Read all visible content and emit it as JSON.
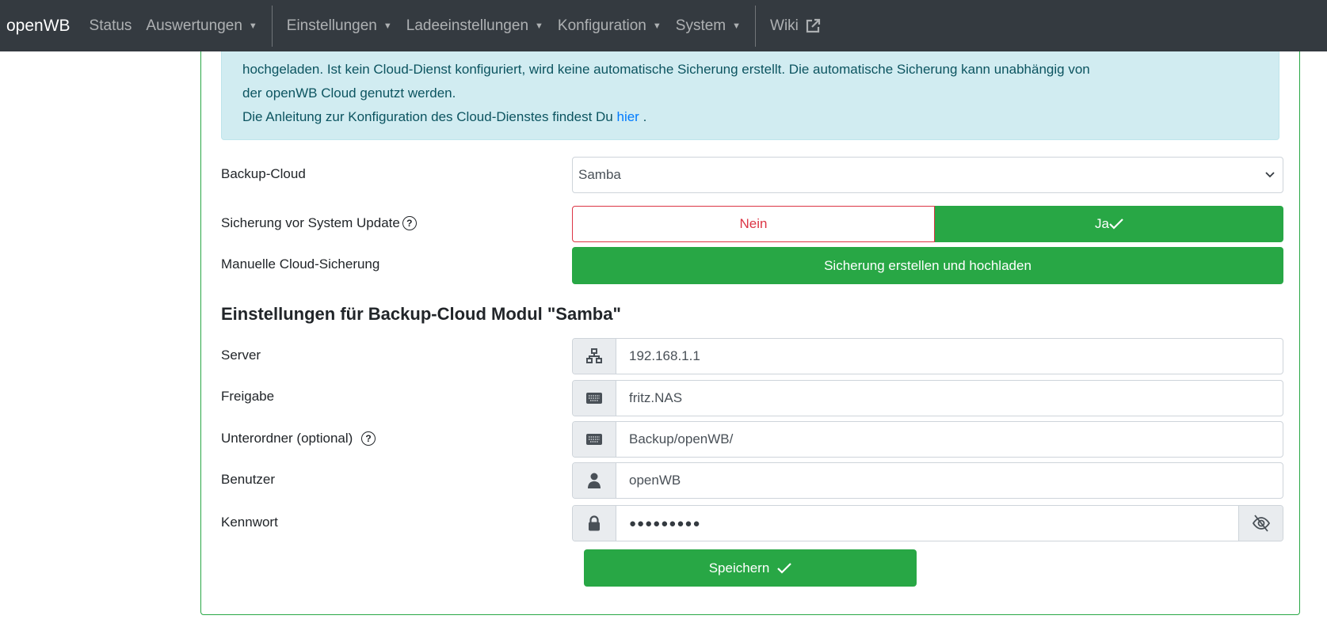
{
  "navbar": {
    "brand": "openWB",
    "items": [
      {
        "label": "Status"
      },
      {
        "label": "Auswertungen",
        "dropdown": true
      },
      {
        "label": "Einstellungen",
        "dropdown": true
      },
      {
        "label": "Ladeeinstellungen",
        "dropdown": true
      },
      {
        "label": "Konfiguration",
        "dropdown": true
      },
      {
        "label": "System",
        "dropdown": true
      },
      {
        "label": "Wiki",
        "icon": "external-link-icon"
      }
    ]
  },
  "info": {
    "line1": "hochgeladen. Ist kein Cloud-Dienst konfiguriert, wird keine automatische Sicherung erstellt. Die automatische Sicherung kann unabhängig von",
    "line2": "der openWB Cloud genutzt werden.",
    "line3_pre": "Die Anleitung zur Konfiguration des Cloud-Dienstes findest Du",
    "link": "hier",
    "line3_post": "."
  },
  "form": {
    "backup_cloud": {
      "label": "Backup-Cloud",
      "value": "Samba"
    },
    "update_backup": {
      "label": "Sicherung vor System Update",
      "no": "Nein",
      "yes": "Ja",
      "selected": "Ja"
    },
    "manual": {
      "label": "Manuelle Cloud-Sicherung",
      "button": "Sicherung erstellen und hochladen"
    },
    "heading": "Einstellungen für Backup-Cloud Modul \"Samba\"",
    "server": {
      "label": "Server",
      "value": "192.168.1.1",
      "icon": "network-icon"
    },
    "share": {
      "label": "Freigabe",
      "value": "fritz.NAS",
      "icon": "keyboard-icon"
    },
    "subfolder": {
      "label": "Unterordner (optional)",
      "value": "Backup/openWB/",
      "icon": "keyboard-icon"
    },
    "user": {
      "label": "Benutzer",
      "value": "openWB",
      "icon": "user-icon"
    },
    "password": {
      "label": "Kennwort",
      "value": "●●●●●●●●●",
      "icon": "lock-icon"
    },
    "save": "Speichern"
  },
  "colors": {
    "navbar": "#343a40",
    "success": "#28a745",
    "danger": "#dc3545",
    "info_bg": "#d1ecf1"
  }
}
